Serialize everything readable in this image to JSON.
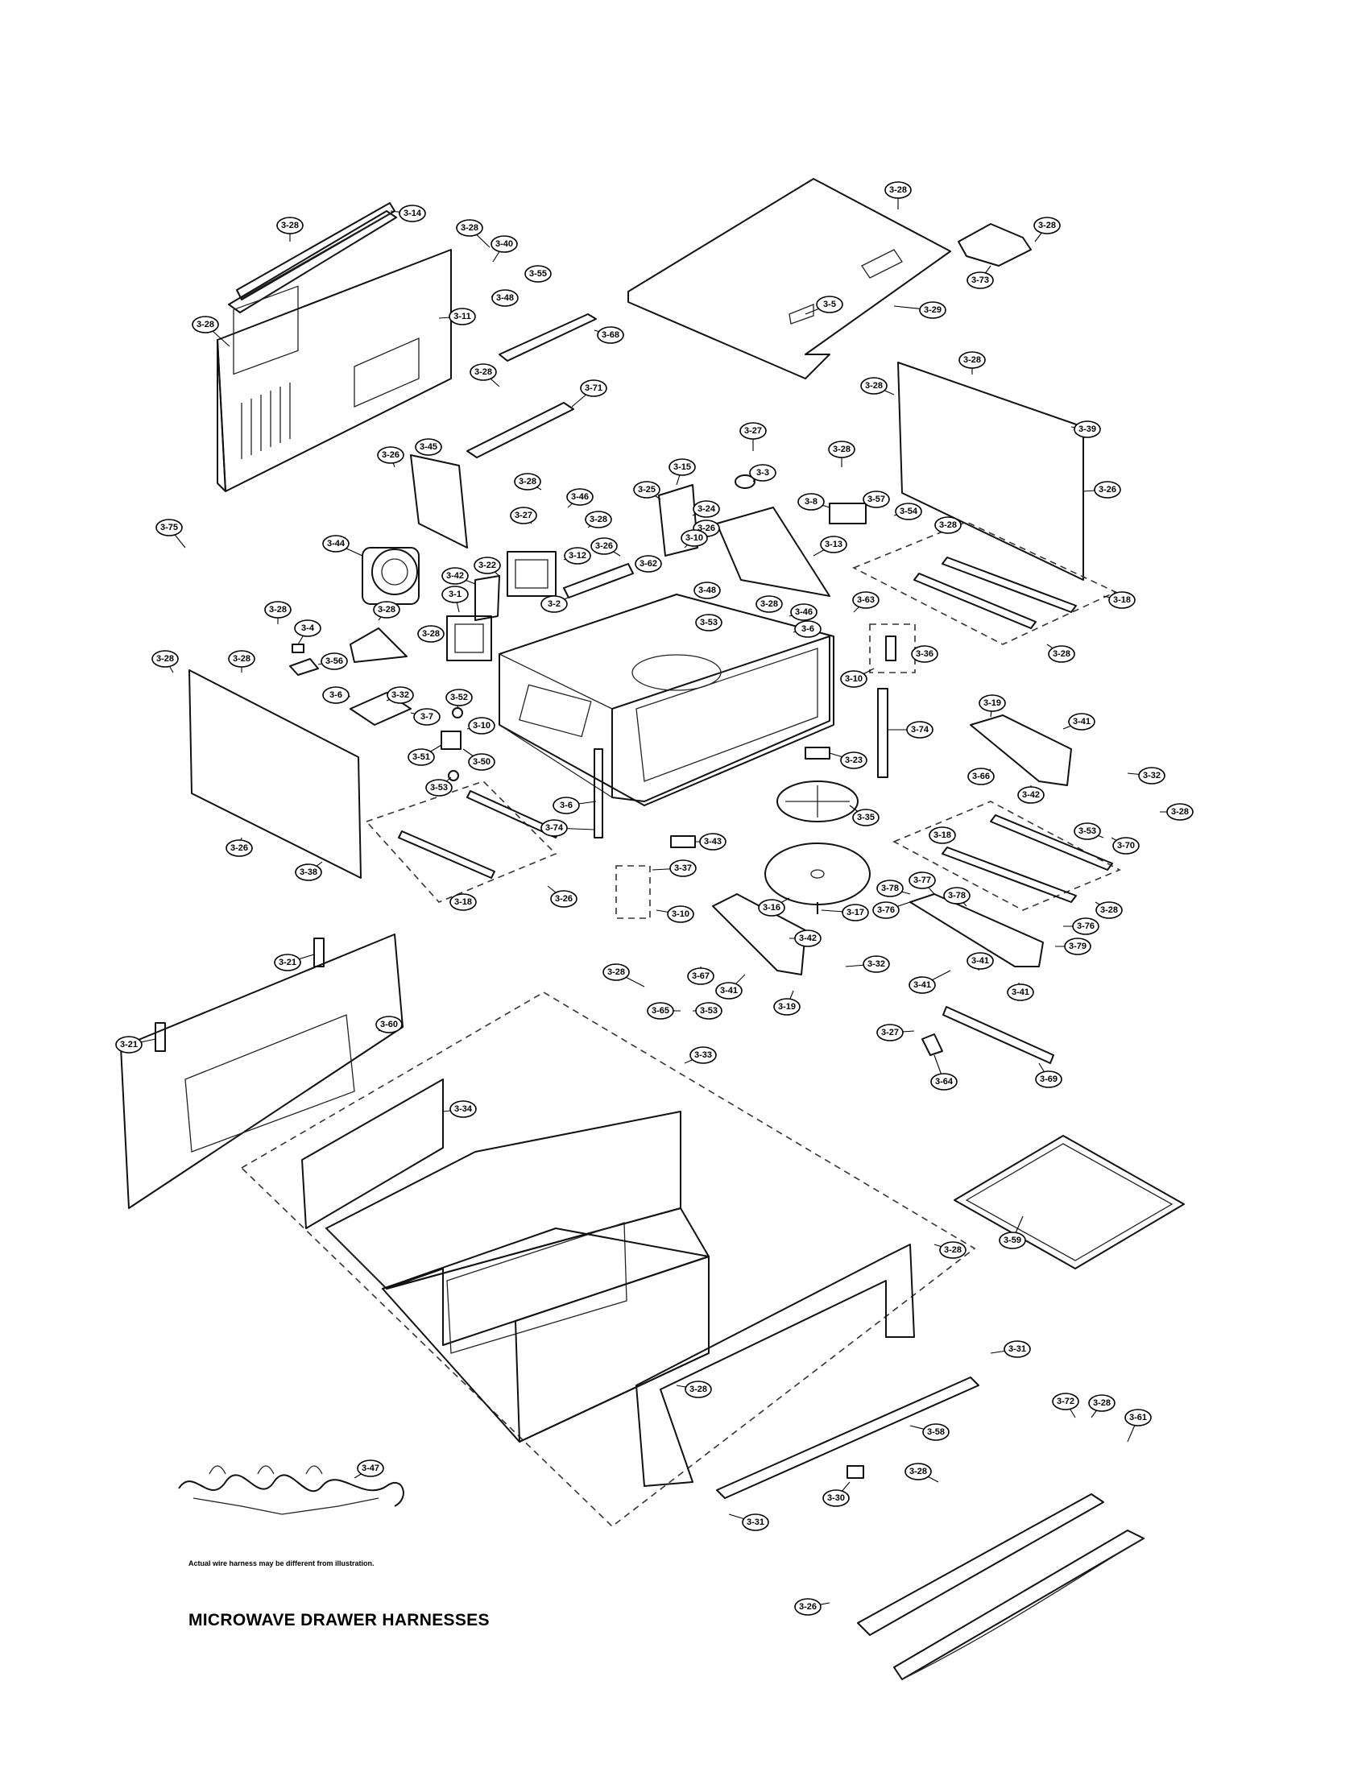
{
  "caption": "MICROWAVE DRAWER HARNESSES",
  "note": "Actual wire harness may be different from illustration.",
  "labels": {
    "top_cover_screw": "3-28",
    "panel_14": "3-14",
    "screw_a": "3-28",
    "bracket_40": "3-40",
    "screw_b": "3-28",
    "part_48a": "3-48",
    "part_55": "3-55",
    "part_68": "3-68",
    "part_5": "3-5",
    "part_29": "3-29",
    "screw_c": "3-28",
    "screw_d": "3-28",
    "part_73": "3-73",
    "screw_e": "3-28",
    "part_11": "3-11",
    "screw_f": "3-28",
    "part_71": "3-71",
    "screw_g": "3-28",
    "screw_h": "3-28",
    "part_39": "3-39",
    "screw_i": "3-26",
    "part_45": "3-45",
    "part_26a": "3-26",
    "part_27a": "3-27",
    "part_3": "3-3",
    "screw_j": "3-28",
    "part_15": "3-15",
    "part_25": "3-25",
    "part_24": "3-24",
    "part_26b": "3-26",
    "part_8": "3-8",
    "part_57": "3-57",
    "part_54": "3-54",
    "part_75": "3-75",
    "screw_k": "3-28",
    "part_46a": "3-46",
    "part_27b": "3-27",
    "screw_l": "3-28",
    "part_26c": "3-26",
    "part_13": "3-13",
    "part_44": "3-44",
    "part_12": "3-12",
    "part_28m": "3-28",
    "part_62": "3-62",
    "part_10a": "3-10",
    "part_48b": "3-48",
    "part_22": "3-22",
    "part_42a": "3-42",
    "part_1": "3-1",
    "part_2": "3-2",
    "part_18a": "3-18",
    "screw_n": "3-28",
    "part_4": "3-4",
    "screw_o": "3-28",
    "screw_p": "3-28",
    "part_46b": "3-46",
    "part_6a": "3-6",
    "part_63": "3-63",
    "part_53a": "3-53",
    "screw_q": "3-28",
    "screw_r": "3-28",
    "screw_s": "3-28",
    "part_56a": "3-56",
    "part_36": "3-36",
    "part_10b": "3-10",
    "part_6b": "3-6",
    "part_32a": "3-32",
    "part_52": "3-52",
    "part_7": "3-7",
    "part_10c": "3-10",
    "part_19": "3-19",
    "part_41a": "3-41",
    "part_74a": "3-74",
    "part_51": "3-51",
    "part_50": "3-50",
    "screw_t": "3-28",
    "part_23": "3-23",
    "part_66": "3-66",
    "part_32b": "3-32",
    "part_53b": "3-53",
    "part_6c": "3-6",
    "part_42b": "3-42",
    "screw_u": "3-28",
    "part_35": "3-35",
    "part_18b": "3-18",
    "part_74b": "3-74",
    "screw_v": "3-26",
    "part_38": "3-38",
    "part_43": "3-43",
    "part_53c": "3-53",
    "part_70": "3-70",
    "part_18c": "3-18",
    "part_26d": "3-26",
    "part_37": "3-37",
    "screw_w": "3-28",
    "part_16": "3-16",
    "part_10d": "3-10",
    "part_17": "3-17",
    "part_78a": "3-78",
    "part_77": "3-77",
    "part_76a": "3-76",
    "part_78b": "3-78",
    "part_42c": "3-42",
    "part_76b": "3-76",
    "part_79": "3-79",
    "part_21a": "3-21",
    "part_67": "3-67",
    "part_41b": "3-41",
    "part_32c": "3-32",
    "part_41c": "3-41",
    "part_41d": "3-41",
    "screw_x": "3-28",
    "part_19b": "3-19",
    "part_41e": "3-41",
    "part_65": "3-65",
    "part_53d": "3-53",
    "part_60": "3-60",
    "part_21b": "3-21",
    "part_27c": "3-27",
    "part_33": "3-33",
    "part_64": "3-64",
    "part_69": "3-69",
    "part_34": "3-34",
    "screw_y": "3-28",
    "part_59": "3-59",
    "part_31a": "3-31",
    "screw_z": "3-28",
    "part_72": "3-72",
    "screw_aa": "3-28",
    "part_61": "3-61",
    "part_58": "3-58",
    "part_47": "3-47",
    "screw_bb": "3-28",
    "part_30": "3-30",
    "part_31b": "3-31",
    "screw_cc": "3-26"
  }
}
